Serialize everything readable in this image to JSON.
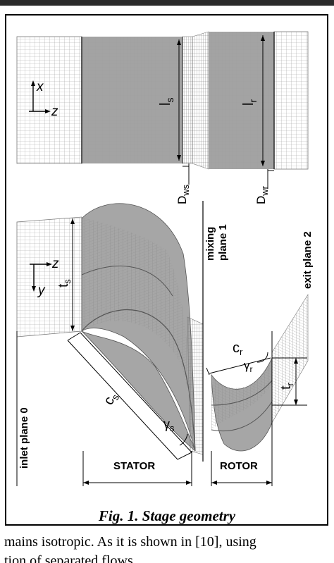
{
  "figure": {
    "caption": "Fig. 1. Stage geometry",
    "labels": {
      "axis_x": "x",
      "axis_z_top": "z",
      "axis_z_bottom": "z",
      "axis_y": "y",
      "ls_main": "l",
      "ls_sub": "s",
      "lr_main": "l",
      "lr_sub": "r",
      "dws_main": "D",
      "dws_sub": "ws",
      "dwr_main": "D",
      "dwr_sub": "wr",
      "ts_main": "t",
      "ts_sub": "s",
      "tr_main": "t",
      "tr_sub": "r",
      "cs_main": "c",
      "cs_sub": "s",
      "cr_main": "c",
      "cr_sub": "r",
      "gs_main": "γ",
      "gs_sub": "s",
      "gr_main": "γ",
      "gr_sub": "r",
      "mixing_line1": "mixing",
      "mixing_line2": "plane 1",
      "exit_plane": "exit plane 2",
      "inlet_plane": "inlet plane 0",
      "stator": "STATOR",
      "rotor": "ROTOR"
    },
    "colors": {
      "blade_gray": "#a6a6a6",
      "mesh_gray": "#8a8a8a",
      "frame": "#000000"
    }
  },
  "body_text": {
    "line1": "mains isotropic. As it is shown in [10], using",
    "line2": "tion of separated flows"
  }
}
